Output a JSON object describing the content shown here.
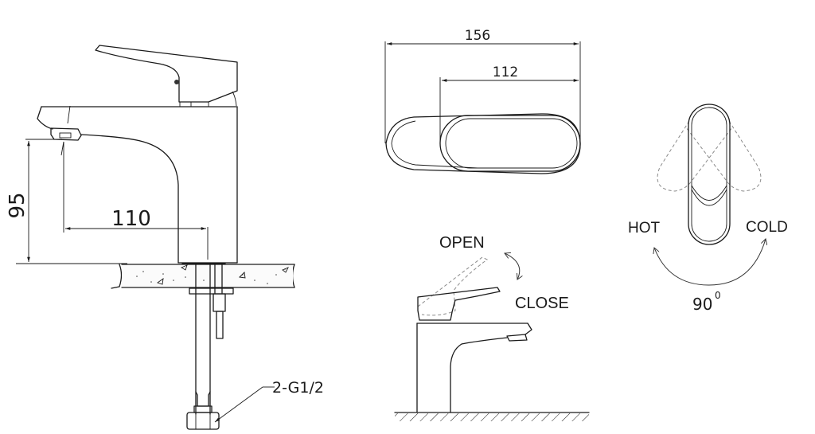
{
  "side_view": {
    "height_dim": "95",
    "reach_dim": "110",
    "connector_callout": "2-G1/2"
  },
  "top_view": {
    "overall_length_dim": "156",
    "handle_length_dim": "112"
  },
  "operation_view": {
    "open_label": "OPEN",
    "close_label": "CLOSE"
  },
  "temperature_view": {
    "hot_label": "HOT",
    "cold_label": "COLD",
    "rotation_angle": "90",
    "rotation_unit": "0"
  },
  "colors": {
    "line": "#1a1a1a",
    "hidden_line": "#8a8a8a",
    "background": "#ffffff"
  }
}
